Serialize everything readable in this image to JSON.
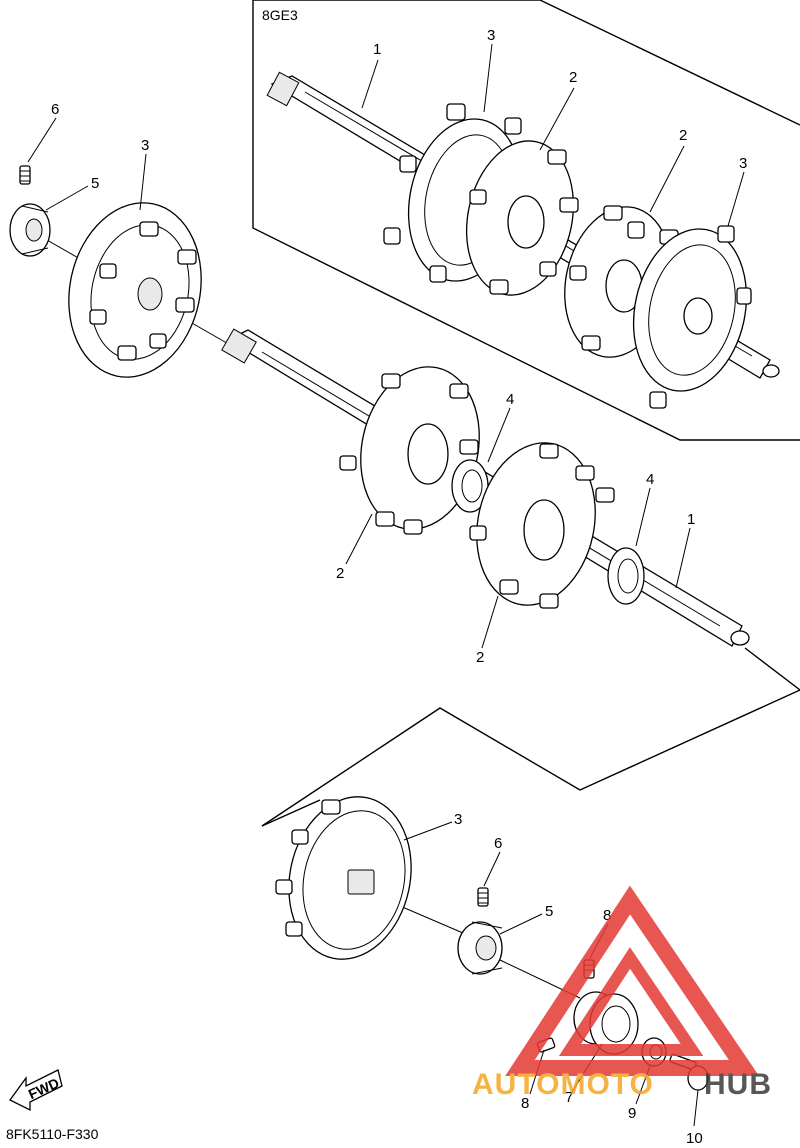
{
  "variant_label": "8GE3",
  "diagram_code": "8FK5110-F330",
  "fwd_label": "FWD",
  "watermark": {
    "text_left": "AUTOMOTO",
    "text_right": "HUB",
    "color_left": "#f5a623",
    "color_right": "#3a3a3a",
    "logo_color": "#e53935"
  },
  "callouts": {
    "top_box": [
      "1",
      "3",
      "2",
      "2",
      "3"
    ],
    "left_group": [
      "6",
      "3",
      "5"
    ],
    "main_shaft": [
      "4",
      "4",
      "1",
      "2",
      "2"
    ],
    "bottom_group": [
      "3",
      "6",
      "5",
      "8",
      "8",
      "7",
      "9",
      "10"
    ]
  }
}
